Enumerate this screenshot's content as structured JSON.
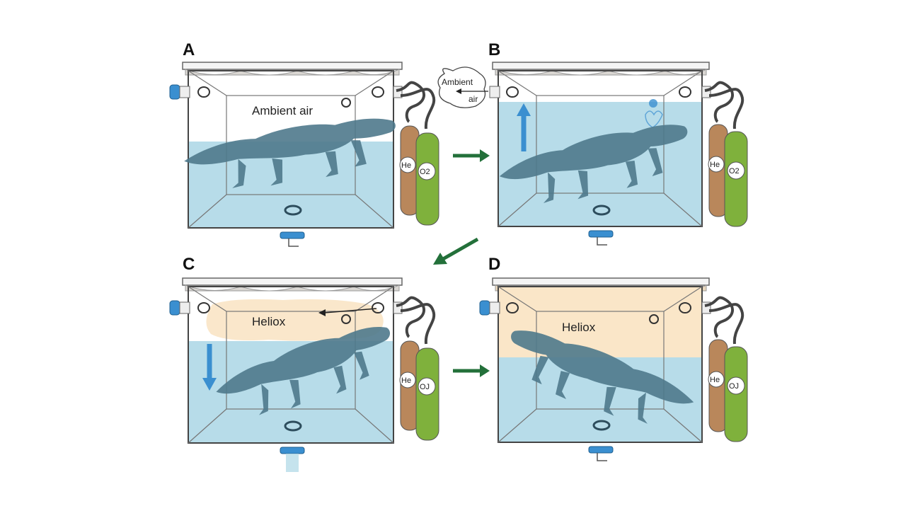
{
  "panels": [
    {
      "letter": "A",
      "gas_label": "Ambient air",
      "tank_he": "He",
      "tank_o2": "O2"
    },
    {
      "letter": "B",
      "callout_line1": "Ambient",
      "callout_line2": "air",
      "tank_he": "He",
      "tank_o2": "O2"
    },
    {
      "letter": "C",
      "gas_label": "Heliox",
      "tank_he": "He",
      "tank_o2": "OJ"
    },
    {
      "letter": "D",
      "gas_label": "Heliox",
      "tank_he": "He",
      "tank_o2": "OJ"
    }
  ],
  "colors": {
    "water": "#b7dce9",
    "heliox": "#fae6c8",
    "alligator": "#4f7a8c",
    "he_tank": "#b9875b",
    "o2_tank": "#7fb13c",
    "arrow_green": "#23703a",
    "arrow_blue": "#3a8fd0"
  },
  "icons": [
    "valve-icon",
    "drain-tap-icon",
    "gas-tank-icon",
    "ring-weight-icon",
    "arrow-icon"
  ]
}
